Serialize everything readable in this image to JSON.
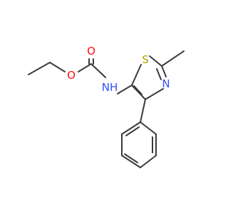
{
  "molecule": {
    "atoms": {
      "oxygen_carbonyl": "O",
      "oxygen_ester": "O",
      "amine": "NH",
      "sulfur": "S",
      "nitrogen_ring": "N"
    }
  },
  "colors": {
    "bond": "#3a3a3a",
    "oxygen": "#ff0d0d",
    "nitrogen": "#3050f8",
    "sulfur": "#b8a200",
    "background": "#ffffff"
  }
}
